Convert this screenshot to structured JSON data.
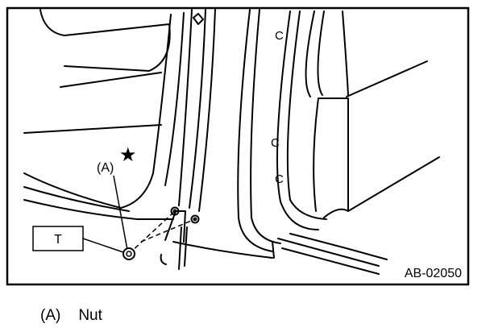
{
  "figure": {
    "callout_a": "(A)",
    "torque_label": "T",
    "figure_id": "AB-02050",
    "marking_symbol": "★",
    "clip_symbol": "C"
  },
  "legend": {
    "items": [
      {
        "key": "(A)",
        "label": "Nut"
      }
    ]
  }
}
